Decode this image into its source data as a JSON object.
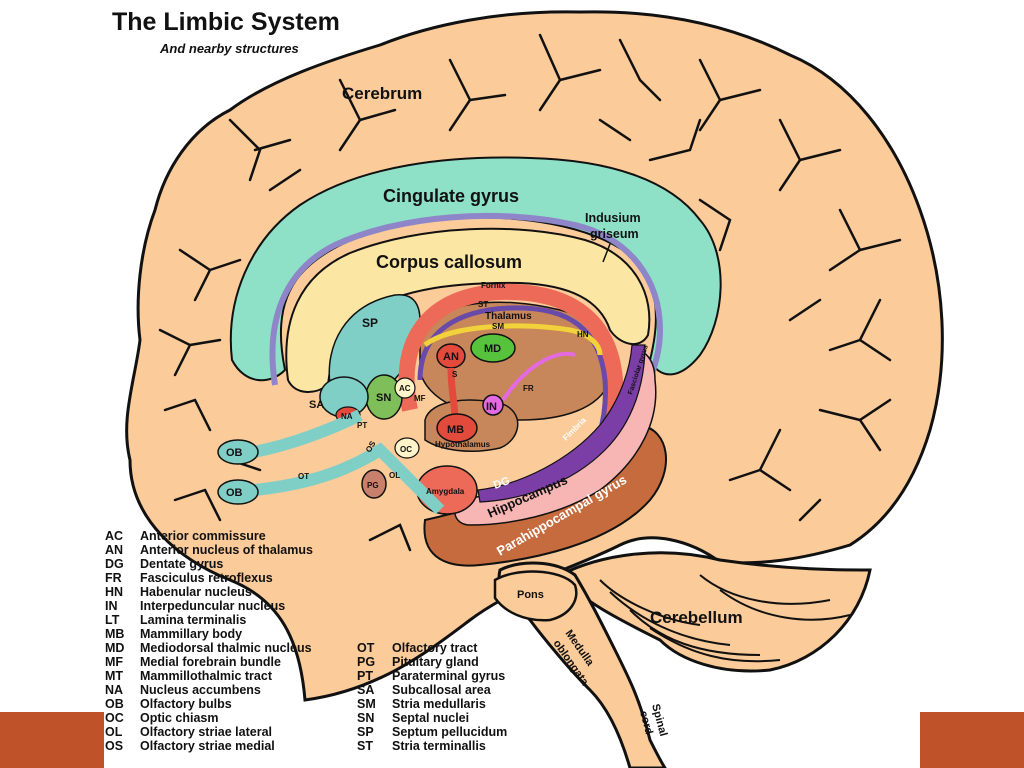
{
  "title": "The Limbic System",
  "subtitle": "And nearby structures",
  "colors": {
    "brain": "#fbcb9a",
    "cingulate": "#8ee0c6",
    "corpus_callosum": "#fce6a3",
    "fornix": "#ec6a57",
    "thalamus": "#c8875a",
    "parahippocampal": "#c56b3d",
    "hippocampus": "#f7b6b4",
    "dentate": "#7b3ea6",
    "accent_orange": "#c0522a"
  },
  "labels": {
    "cerebrum": "Cerebrum",
    "cingulate": "Cingulate gyrus",
    "indusium_1": "Indusium",
    "indusium_2": "griseum",
    "corpus": "Corpus callosum",
    "fornix": "Fornix",
    "st": "ST",
    "thalamus": "Thalamus",
    "sm": "SM",
    "hn": "HN",
    "sp": "SP",
    "an": "AN",
    "md": "MD",
    "s": "S",
    "sa": "SA",
    "sn": "SN",
    "ac": "AC",
    "mf": "MF",
    "fr": "FR",
    "in": "IN",
    "na": "NA",
    "pt": "PT",
    "mb": "MB",
    "hypothalamus": "Hypothalamus",
    "ob1": "OB",
    "ob2": "OB",
    "os": "OS",
    "oc": "OC",
    "ot": "OT",
    "ol": "OL",
    "pg": "PG",
    "amygdala": "Amygdala",
    "dg": "DG",
    "hippocampus": "Hippocampus",
    "parahippocampal": "Parahippocampal gyrus",
    "fimbria": "Fimbria",
    "fasciolar": "Fasciolar gyrus",
    "pons": "Pons",
    "cerebellum": "Cerebellum",
    "medulla_1": "Medulla",
    "medulla_2": "oblongata",
    "spinal_1": "Spinal",
    "spinal_2": "cord"
  },
  "legend_left": [
    {
      "abbr": "AC",
      "name": "Anterior commissure"
    },
    {
      "abbr": "AN",
      "name": "Anterior nucleus of thalamus"
    },
    {
      "abbr": "DG",
      "name": "Dentate gyrus"
    },
    {
      "abbr": "FR",
      "name": "Fasciculus retroflexus"
    },
    {
      "abbr": "HN",
      "name": "Habenular nucleus"
    },
    {
      "abbr": "IN",
      "name": "Interpeduncular nucleus"
    },
    {
      "abbr": "LT",
      "name": "Lamina terminalis"
    },
    {
      "abbr": "MB",
      "name": "Mammillary body"
    },
    {
      "abbr": "MD",
      "name": "Mediodorsal thalmic nucleus"
    },
    {
      "abbr": "MF",
      "name": "Medial forebrain bundle"
    },
    {
      "abbr": "MT",
      "name": "Mammillothalmic tract"
    },
    {
      "abbr": "NA",
      "name": "Nucleus accumbens"
    },
    {
      "abbr": "OB",
      "name": "Olfactory bulbs"
    },
    {
      "abbr": "OC",
      "name": "Optic chiasm"
    },
    {
      "abbr": "OL",
      "name": "Olfactory striae lateral"
    },
    {
      "abbr": "OS",
      "name": "Olfactory striae medial"
    }
  ],
  "legend_right": [
    {
      "abbr": "OT",
      "name": "Olfactory tract"
    },
    {
      "abbr": "PG",
      "name": "Pituitary gland"
    },
    {
      "abbr": "PT",
      "name": "Paraterminal gyrus"
    },
    {
      "abbr": "SA",
      "name": "Subcallosal area"
    },
    {
      "abbr": "SM",
      "name": "Stria medullaris"
    },
    {
      "abbr": "SN",
      "name": "Septal nuclei"
    },
    {
      "abbr": "SP",
      "name": "Septum pellucidum"
    },
    {
      "abbr": "ST",
      "name": "Stria terminallis"
    }
  ]
}
